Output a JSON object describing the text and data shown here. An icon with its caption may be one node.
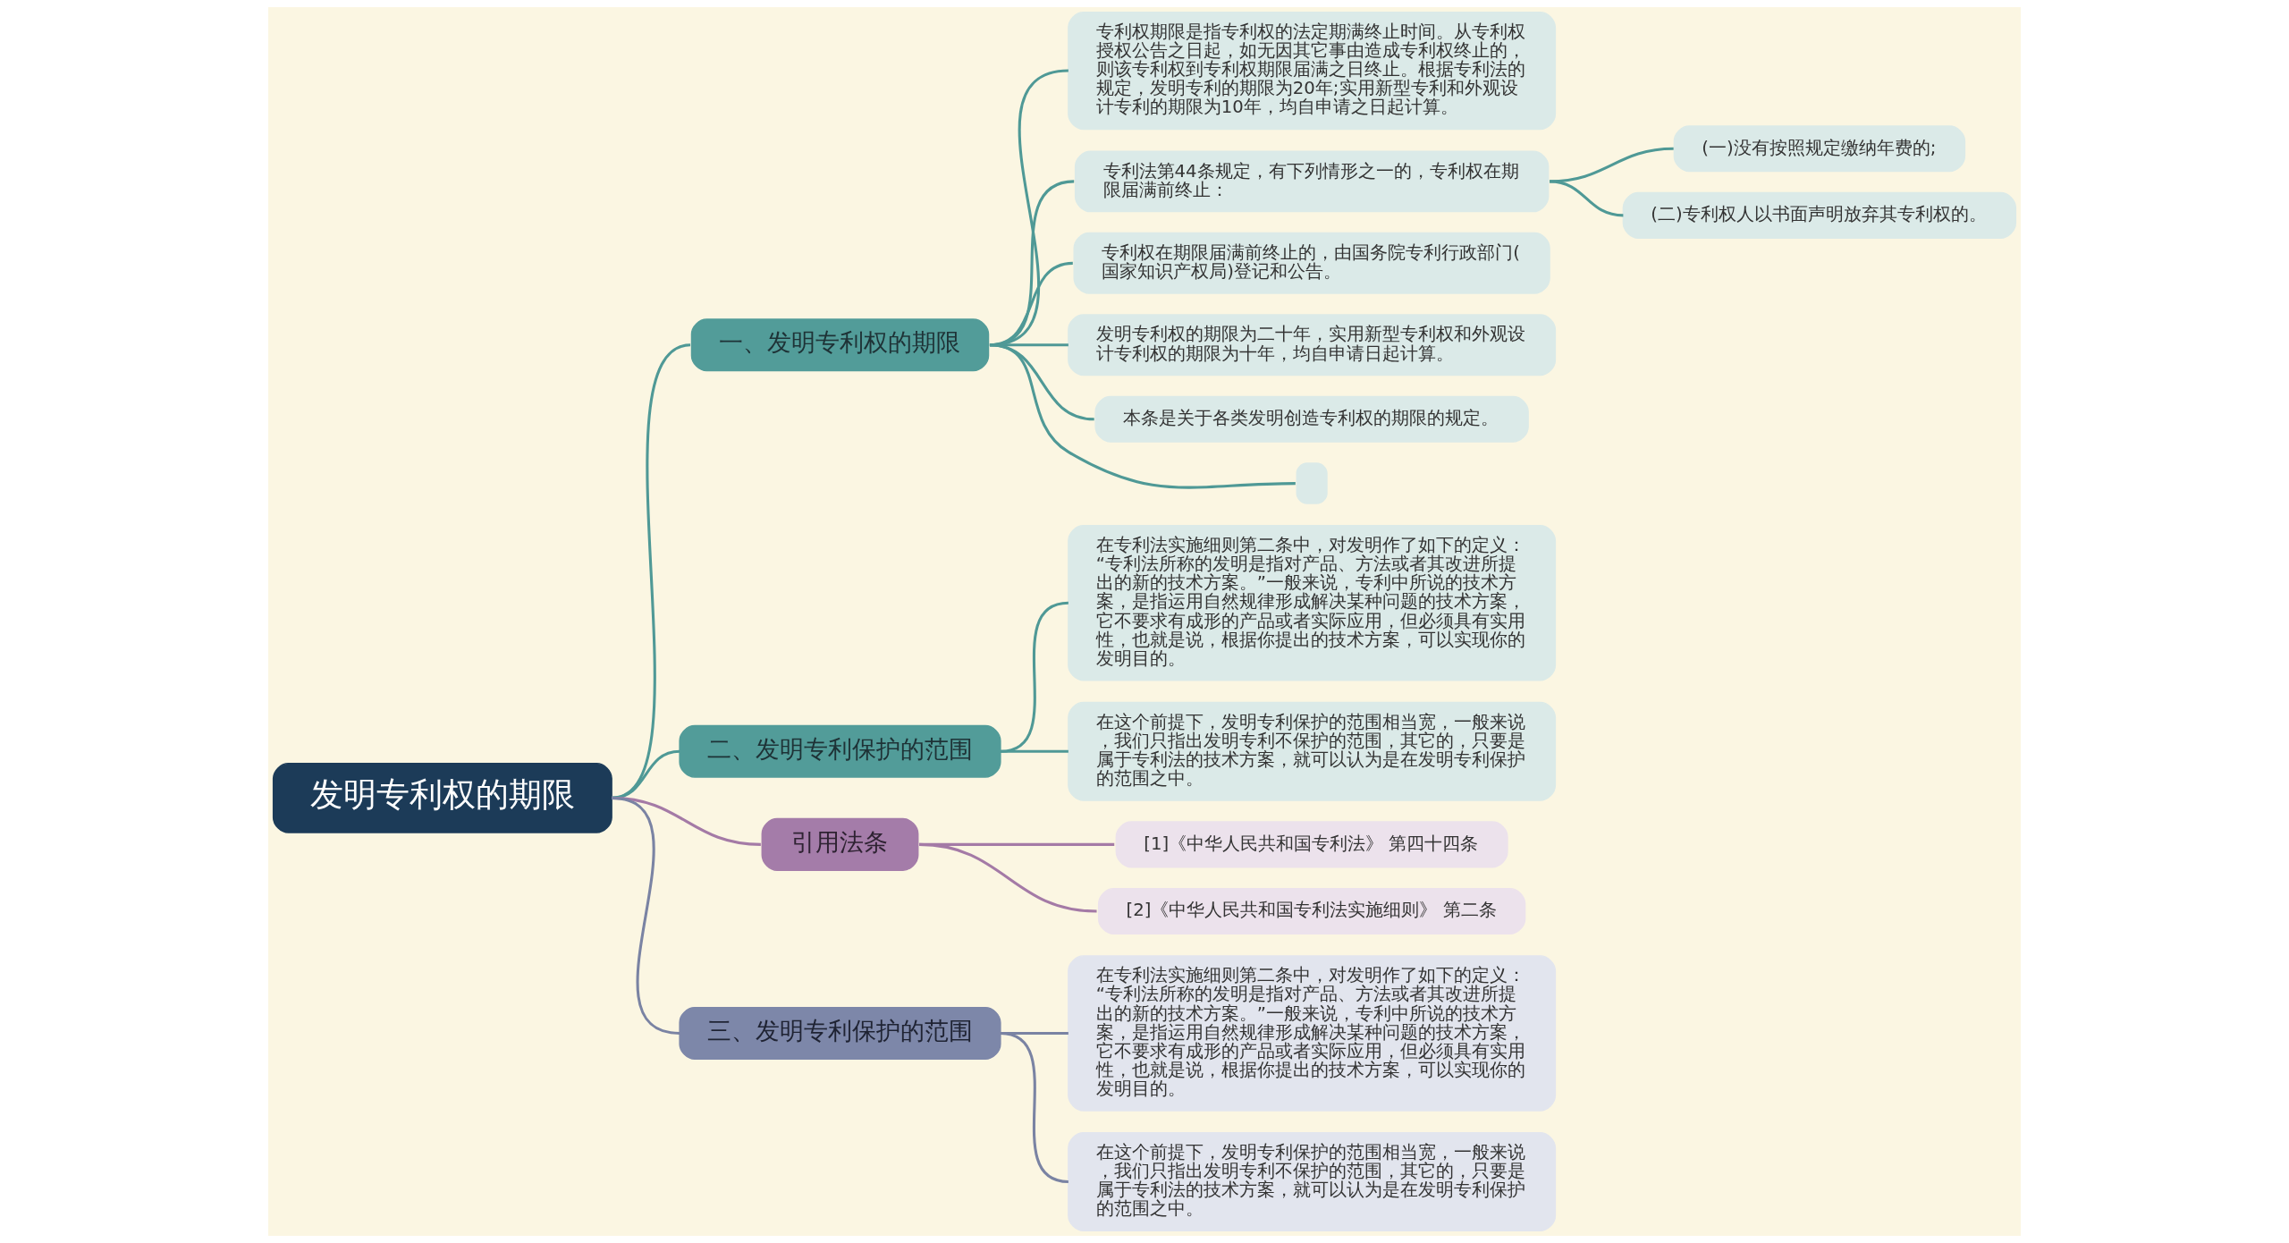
{
  "diagram": {
    "nodes": [
      {
        "text": [
          "发明专利权的期限"
        ]
      },
      {
        "text": [
          "一、发明专利权的期限"
        ]
      },
      {
        "text": [
          "专利权期限是指专利权的法定期满终止时间。从专利权授权公告之日起，如无因其它事由造成专利权终止的，则该专利权到专利权期限届满之日终止。根据专利法的规定，发明专利的期限为20年;实用新型专利和外观设计专利的期限为10年，均自申请之日起计算。"
        ]
      },
      {
        "text": [
          "专利法第44条规定，有下列情形之一的，专利权在期限届满前终止："
        ]
      },
      {
        "text": [
          "(一)没有按照规定缴纳年费的;"
        ]
      },
      {
        "text": [
          "(二)专利权人以书面声明放弃其专利权的。"
        ]
      },
      {
        "text": [
          "专利权在期限届满前终止的，由国务院专利行政部门(国家知识产权局)登记和公告。"
        ]
      },
      {
        "text": [
          "发明专利权的期限为二十年，实用新型专利权和外观设计专利权的期限为十年，均自申请日起计算。"
        ]
      },
      {
        "text": [
          "本条是关于各类发明创造专利权的期限的规定。"
        ]
      },
      {
        "text": [],
        "shape": "box"
      },
      {
        "text": [
          "二、发明专利保护的范围"
        ]
      },
      {
        "text": [
          "在专利法实施细则第二条中，对发明作了如下的定义：“专利法所称的发明是指对产品、方法或者其改进所提出的新的技术方案。”一般来说，专利中所说的技术方案，是指运用自然规律形成解决某种问题的技术方案，它不要求有成形的产品或者实际应用，但必须具有实用性，也就是说，根据你提出的技术方案，可以实现你的发明目的。"
        ]
      },
      {
        "text": [
          "在这个前提下，发明专利保护的范围相当宽，一般来说，我们只指出发明专利不保护的范围，其它的，只要是属于专利法的技术方案，就可以认为是在发明专利保护的范围之中。"
        ]
      },
      {
        "text": [
          "引用法条"
        ]
      },
      {
        "text": [
          "[1]《中华人民共和国专利法》 第四十四条"
        ]
      },
      {
        "text": [
          "[2]《中华人民共和国专利法实施细则》 第二条"
        ]
      },
      {
        "text": [
          "三、发明专利保护的范围"
        ]
      },
      {
        "text": [
          "在专利法实施细则第二条中，对发明作了如下的定义：“专利法所称的发明是指对产品、方法或者其改进所提出的新的技术方案。”一般来说，专利中所说的技术方案，是指运用自然规律形成解决某种问题的技术方案，它不要求有成形的产品或者实际应用，但必须具有实用性，也就是说，根据你提出的技术方案，可以实现你的发明目的。"
        ]
      },
      {
        "text": [
          "在这个前提下，发明专利保护的范围相当宽，一般来说，我们只指出发明专利不保护的范围，其它的，只要是属于专利法的技术方案，就可以认为是在发明专利保护的范围之中。"
        ]
      }
    ],
    "edges": [
      {
        "from": 0,
        "to": 1,
        "arrow": "none"
      },
      {
        "from": 1,
        "to": 2,
        "arrow": "none"
      },
      {
        "from": 1,
        "to": 3,
        "arrow": "none"
      },
      {
        "from": 3,
        "to": 4,
        "arrow": "none"
      },
      {
        "from": 3,
        "to": 5,
        "arrow": "none"
      },
      {
        "from": 1,
        "to": 6,
        "arrow": "none"
      },
      {
        "from": 1,
        "to": 7,
        "arrow": "none"
      },
      {
        "from": 1,
        "to": 8,
        "arrow": "none"
      },
      {
        "from": 1,
        "to": 9,
        "arrow": "none"
      },
      {
        "from": 0,
        "to": 10,
        "arrow": "none"
      },
      {
        "from": 10,
        "to": 11,
        "arrow": "none"
      },
      {
        "from": 10,
        "to": 12,
        "arrow": "none"
      },
      {
        "from": 0,
        "to": 13,
        "arrow": "none",
        "color": "#a47aa6"
      },
      {
        "from": 13,
        "to": 14,
        "arrow": "none",
        "color": "#a47aa6"
      },
      {
        "from": 13,
        "to": 15,
        "arrow": "none",
        "color": "#a47aa6"
      },
      {
        "from": 0,
        "to": 16,
        "arrow": "none",
        "color": "#7a83a3"
      },
      {
        "from": 16,
        "to": 17,
        "arrow": "none",
        "color": "#7a83a3"
      },
      {
        "from": 16,
        "to": 18,
        "arrow": "none",
        "color": "#7a83a3"
      }
    ]
  }
}
